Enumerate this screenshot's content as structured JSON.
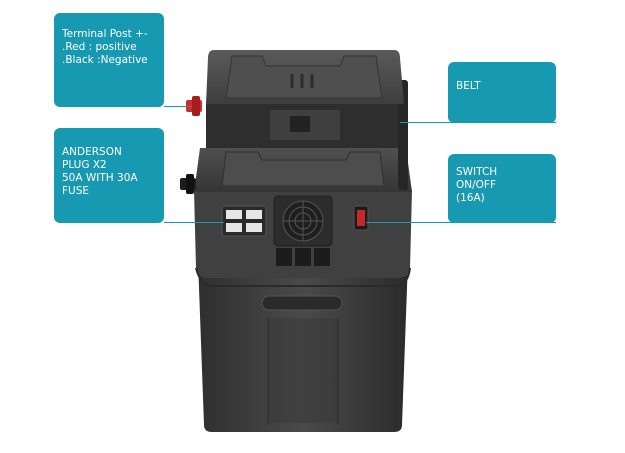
{
  "callouts": {
    "terminal_post": {
      "lines": [
        "Terminal Post +-",
        ".Red : positive",
        ".Black :Negative"
      ]
    },
    "anderson_plug": {
      "lines": [
        "ANDERSON",
        "PLUG X2",
        "50A WITH 30A",
        "FUSE"
      ]
    },
    "belt": {
      "lines": [
        "BELT"
      ]
    },
    "switch": {
      "lines": [
        "SWITCH",
        "ON/OFF",
        "(16A)"
      ]
    }
  },
  "colors": {
    "callout_bg": "#1899b2",
    "callout_text": "#ffffff",
    "body": "#3a3a3a",
    "positive_post": "#d22b2b"
  }
}
